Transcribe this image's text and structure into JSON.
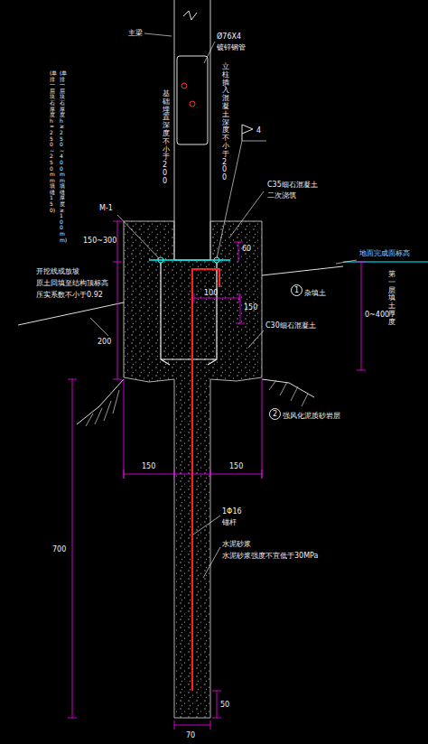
{
  "diagram": {
    "nodes": [
      {
        "text": [
          "1"
        ]
      },
      {
        "text": [
          "2"
        ]
      }
    ],
    "labels": [
      "主梁",
      "Ø76X4",
      "镀锌钢管",
      "立柱插入混凝土深度不小于200",
      "基础埋置深度不小于200",
      "4",
      "C35细石混凝土",
      "二次浇筑",
      "M-1",
      "(单排一层块石厚度h=250~250mm填缝150)",
      "(单排一层块石厚度h≥250~400mm填缝厚度≥100mm)",
      "150~300",
      "60",
      "100",
      "150",
      "开挖线或放坡",
      "原土回填至结构顶标高",
      "压实系数不小于0.92",
      "200",
      "C30细石混凝土",
      "地面完成面标高",
      "杂填土",
      "0~400",
      "第一层填土厚度",
      "强风化泥质砂岩层",
      "150",
      "150",
      "1Φ16",
      "锚杆",
      "水泥砂浆",
      "水泥砂浆强度不宜低于30MPa",
      "700",
      "50",
      "70"
    ]
  }
}
